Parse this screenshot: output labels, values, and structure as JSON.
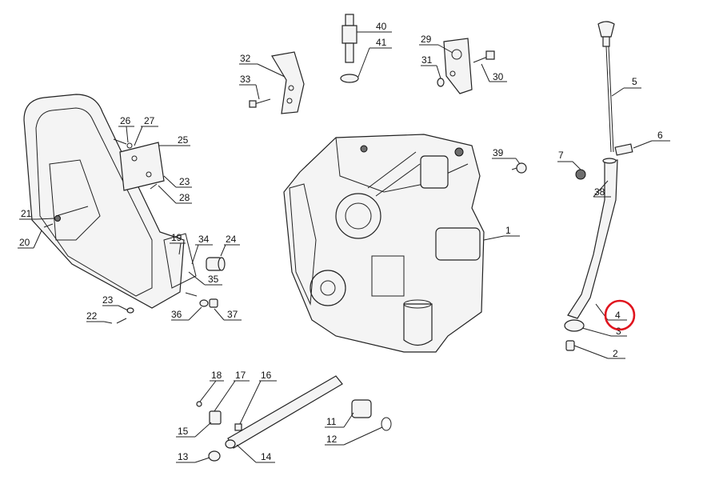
{
  "labels": {
    "p1": "1",
    "p2": "2",
    "p3": "3",
    "p4": "4",
    "p5": "5",
    "p6": "6",
    "p7": "7",
    "p11": "11",
    "p12": "12",
    "p13": "13",
    "p14": "14",
    "p15": "15",
    "p16": "16",
    "p17": "17",
    "p18": "18",
    "p19": "19",
    "p20": "20",
    "p21": "21",
    "p22": "22",
    "p23a": "23",
    "p23b": "23",
    "p24": "24",
    "p25": "25",
    "p26": "26",
    "p27": "27",
    "p28": "28",
    "p29": "29",
    "p30": "30",
    "p31": "31",
    "p32": "32",
    "p33": "33",
    "p34": "34",
    "p35": "35",
    "p36": "36",
    "p37": "37",
    "p38": "38",
    "p39": "39",
    "p40": "40",
    "p41": "41"
  },
  "highlight": {
    "part": "4",
    "color": "#e0141e"
  }
}
